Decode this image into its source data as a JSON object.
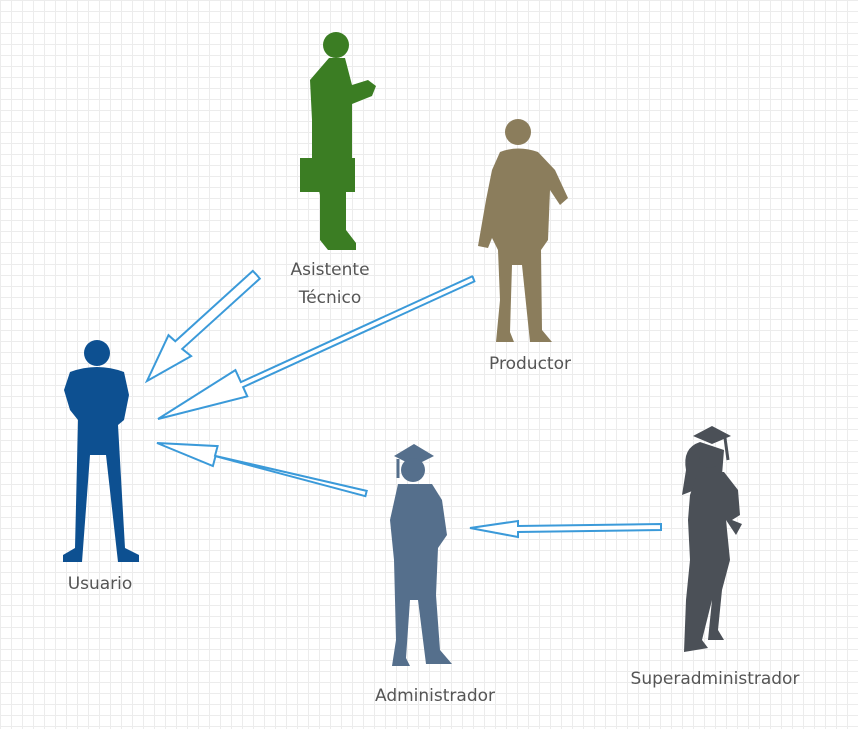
{
  "diagram": {
    "actors": [
      {
        "id": "usuario",
        "label": "Usuario",
        "color": "#0d5091",
        "figure": "man-standing-arms-crossed"
      },
      {
        "id": "asistente",
        "label": "Asistente\nTécnico",
        "label_line1": "Asistente",
        "label_line2": "Técnico",
        "color": "#3b7d23",
        "figure": "man-with-briefcase"
      },
      {
        "id": "productor",
        "label": "Productor",
        "color": "#8b7d5c",
        "figure": "man-walking"
      },
      {
        "id": "administrador",
        "label": "Administrador",
        "color": "#556f8c",
        "figure": "graduate-man"
      },
      {
        "id": "superadministrador",
        "label": "Superadministrador",
        "color": "#4b5057",
        "figure": "graduate-woman"
      }
    ],
    "generalizations": [
      {
        "from": "asistente",
        "to": "usuario"
      },
      {
        "from": "productor",
        "to": "usuario"
      },
      {
        "from": "administrador",
        "to": "usuario"
      },
      {
        "from": "superadministrador",
        "to": "administrador"
      }
    ],
    "arrow_color": "#3b9ad9",
    "grid": true
  }
}
